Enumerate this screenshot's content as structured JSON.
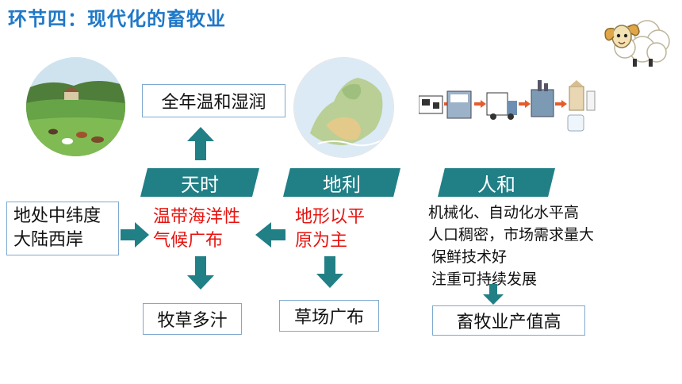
{
  "title": "环节四：现代化的畜牧业",
  "top_box": "全年温和湿润",
  "headers": {
    "tianshi": "天时",
    "dili": "地利",
    "renhe": "人和"
  },
  "left_box": {
    "line1": "地处中纬度",
    "line2": "大陆西岸"
  },
  "climate": {
    "line1": "温带海洋性",
    "line2": "气候广布"
  },
  "terrain": {
    "line1": "地形以平",
    "line2": "原为主"
  },
  "renhe_items": [
    "机械化、自动化水平高",
    "人口稠密，市场需求量大",
    "保鲜技术好",
    "注重可持续发展"
  ],
  "bottom_boxes": {
    "pasture": "牧草多汁",
    "grassland": "草场广布",
    "output": "畜牧业产值高"
  },
  "colors": {
    "title": "#1f78c8",
    "header_bg": "#217f86",
    "arrow": "#217f86",
    "red_text": "#e8130f",
    "box_border": "#7fa9cf"
  },
  "icons": {
    "mascot": "sheep-icon",
    "photo": "pasture-photo",
    "map": "europe-map",
    "process": "dairy-process-illustration"
  }
}
